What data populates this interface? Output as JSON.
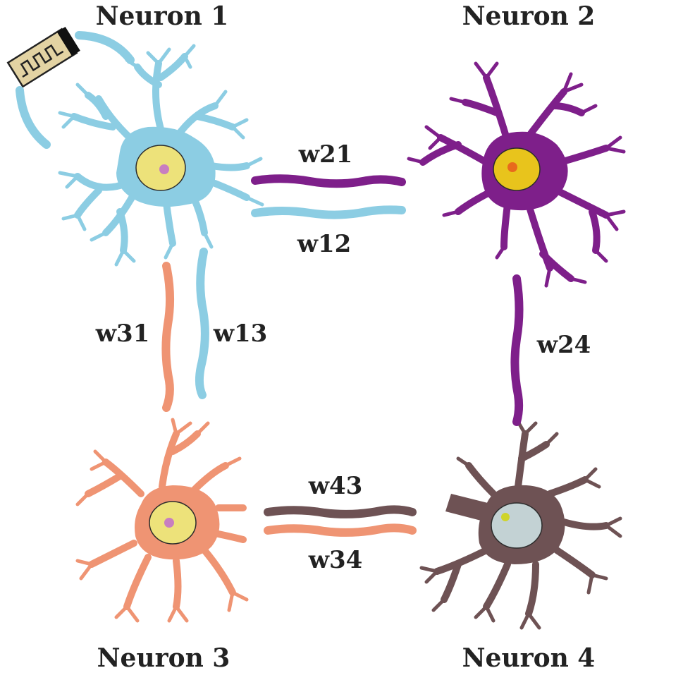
{
  "neurons": {
    "n1": {
      "label": "Neuron 1",
      "body_color": "#8ccde3",
      "nucleus_color": "#ede27a",
      "nucleolus_color": "#c87ec0"
    },
    "n2": {
      "label": "Neuron 2",
      "body_color": "#7e1f8a",
      "nucleus_color": "#e8c41c",
      "nucleolus_color": "#e86a1c"
    },
    "n3": {
      "label": "Neuron 3",
      "body_color": "#ef9473",
      "nucleus_color": "#ede27a",
      "nucleolus_color": "#c87ec0"
    },
    "n4": {
      "label": "Neuron 4",
      "body_color": "#6e5254",
      "nucleus_color": "#c3d2d4",
      "nucleolus_color": "#cfd42a"
    }
  },
  "connections": {
    "w21": {
      "label": "w21",
      "color": "#7e1f8a"
    },
    "w12": {
      "label": "w12",
      "color": "#8ccde3"
    },
    "w31": {
      "label": "w31",
      "color": "#ef9473"
    },
    "w13": {
      "label": "w13",
      "color": "#8ccde3"
    },
    "w24": {
      "label": "w24",
      "color": "#7e1f8a"
    },
    "w43": {
      "label": "w43",
      "color": "#6e5254"
    },
    "w34": {
      "label": "w34",
      "color": "#ef9473"
    }
  },
  "electrode": {
    "color": "#e3d3a3",
    "wire_color": "#8ccde3"
  }
}
